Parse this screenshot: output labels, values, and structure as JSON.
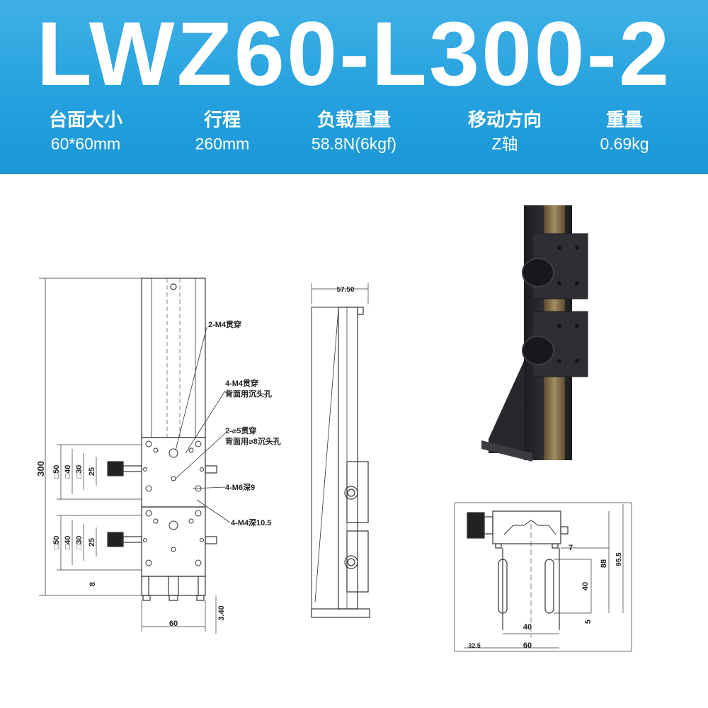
{
  "title": "LWZ60-L300-2",
  "specs": [
    {
      "label": "台面大小",
      "value": "60*60mm"
    },
    {
      "label": "行程",
      "value": "260mm"
    },
    {
      "label": "负载重量",
      "value": "58.8N(6kgf)"
    },
    {
      "label": "移动方向",
      "value": "Z轴"
    },
    {
      "label": "重量",
      "value": "0.69kg"
    }
  ],
  "front_view": {
    "height": "300",
    "width": "60",
    "bottom_offset": "8",
    "base_thickness": "3.40",
    "table_dims": [
      "□50",
      "□40",
      "□30",
      "25"
    ],
    "callouts": [
      "2-M4贯穿",
      "4-M4贯穿",
      "背面用沉头孔",
      "2-⌀5贯穿",
      "背面用⌀8沉头孔",
      "4-M6深9",
      "4-M4深10.5"
    ]
  },
  "side_view": {
    "width": "57.50"
  },
  "bottom_view": {
    "dims": [
      "7",
      "88",
      "95.5",
      "40",
      "5",
      "40",
      "60",
      "32.5"
    ]
  },
  "colors": {
    "banner": "#23a0dd",
    "line": "#333333",
    "product_body": "#2b2d31",
    "rail": "#8c7a55"
  }
}
